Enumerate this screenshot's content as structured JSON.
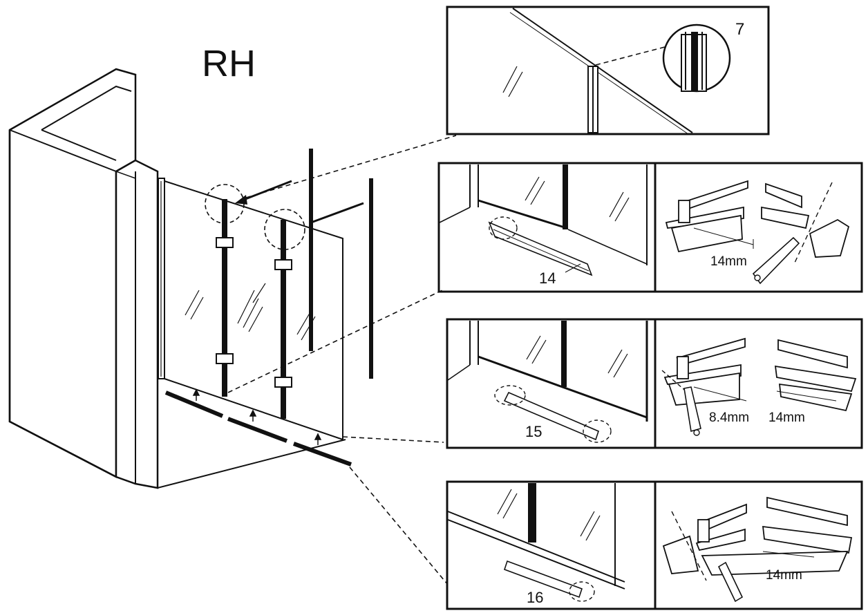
{
  "side_label": "RH",
  "detail_panels": [
    {
      "callout": "7"
    },
    {
      "callout": "14",
      "dimension_right": "14mm"
    },
    {
      "callout": "15",
      "dimension_left": "8.4mm",
      "dimension_right": "14mm"
    },
    {
      "callout": "16",
      "dimension_right": "14mm"
    }
  ]
}
